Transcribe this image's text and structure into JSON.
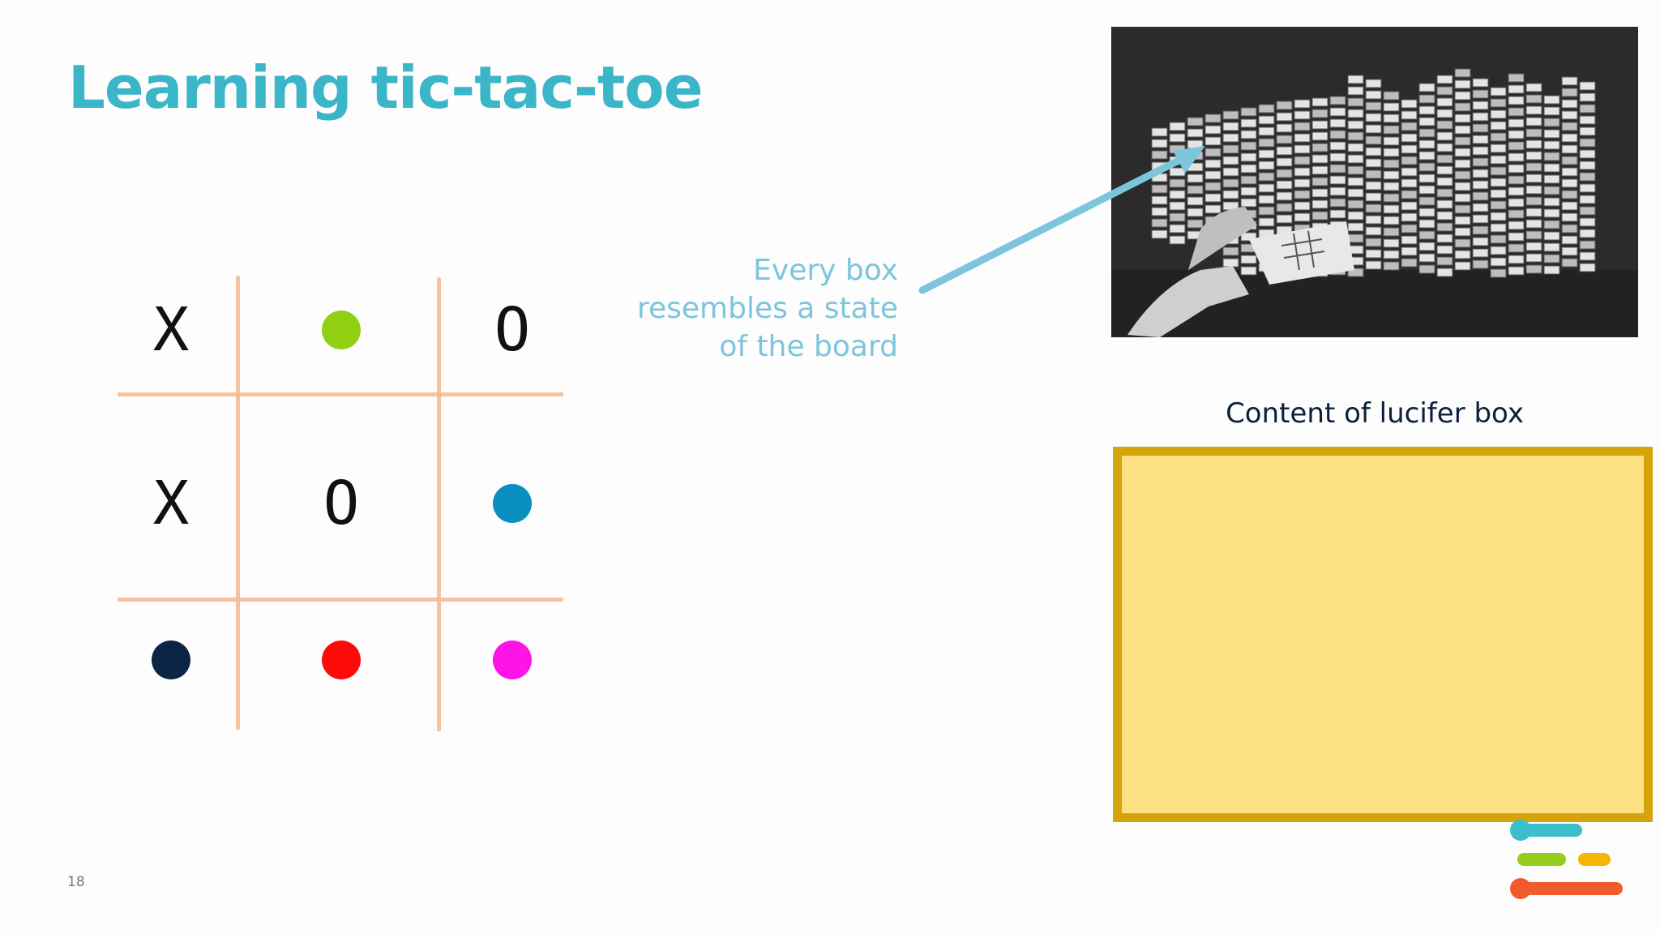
{
  "slide": {
    "title": "Learning tic-tac-toe",
    "title_color": "#3bb6c8",
    "slide_number": "18"
  },
  "board": {
    "grid_line_color": "#f4b98f",
    "cells": [
      {
        "row": 0,
        "col": 0,
        "kind": "mark",
        "text": "X"
      },
      {
        "row": 0,
        "col": 1,
        "kind": "dot",
        "color": "#8fd112"
      },
      {
        "row": 0,
        "col": 2,
        "kind": "mark",
        "text": "O"
      },
      {
        "row": 1,
        "col": 0,
        "kind": "mark",
        "text": "X"
      },
      {
        "row": 1,
        "col": 1,
        "kind": "mark",
        "text": "O"
      },
      {
        "row": 1,
        "col": 2,
        "kind": "dot",
        "color": "#0a8fc0"
      },
      {
        "row": 2,
        "col": 0,
        "kind": "dot",
        "color": "#0b2545"
      },
      {
        "row": 2,
        "col": 1,
        "kind": "dot",
        "color": "#ff0a0a"
      },
      {
        "row": 2,
        "col": 2,
        "kind": "dot",
        "color": "#ff14e6"
      }
    ]
  },
  "callout": {
    "lines": [
      "Every box",
      "resembles a state",
      "of the board"
    ],
    "color": "#7cc5dc",
    "arrow_color": "#7cc5dc"
  },
  "photo": {
    "icon": "matchbox-machine-photo"
  },
  "lucifer_box": {
    "caption": "Content of lucifer box",
    "fill_color": "#fde183",
    "border_color": "#d4a40a"
  },
  "logo": {
    "icon": "brand-logo",
    "bar_colors": [
      "#3bbfcf",
      "#97cd1e",
      "#f7b500",
      "#f15a2b"
    ]
  }
}
